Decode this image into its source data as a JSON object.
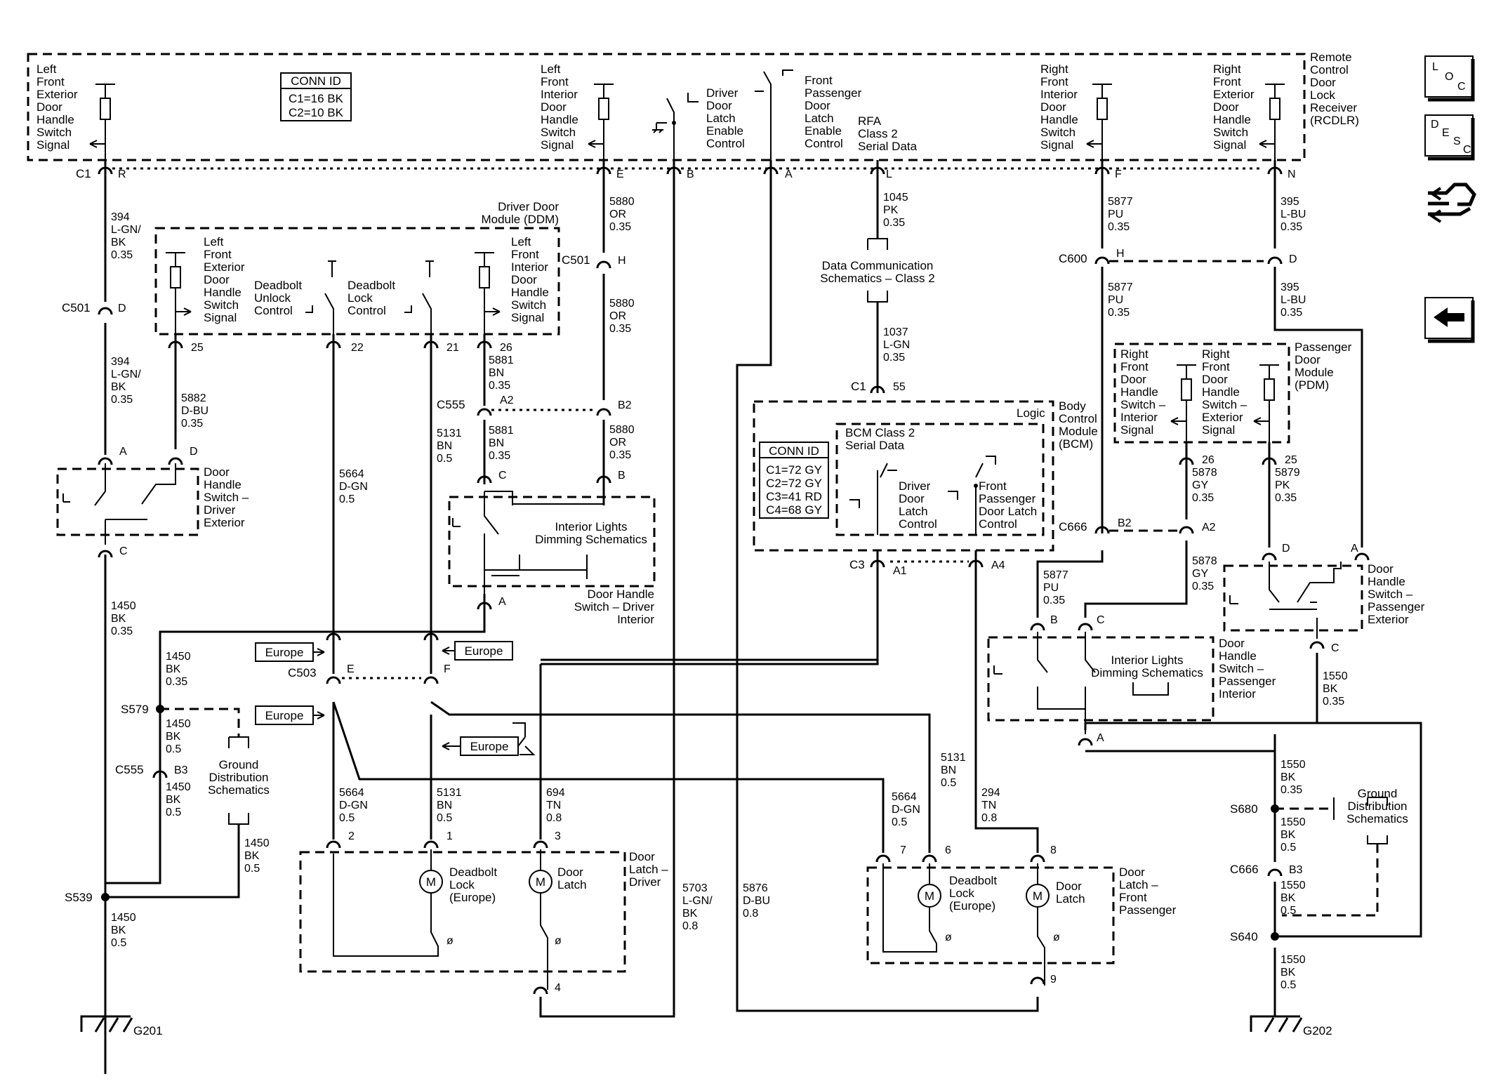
{
  "modules": {
    "rcdlr": "Remote Control Door Lock Receiver (RCDLR)",
    "ddm": "Driver Door Module (DDM)",
    "pdm": "Passenger Door Module (PDM)",
    "bcm": "Body Control Module (BCM)",
    "bcm_logic": "Logic"
  },
  "switches": {
    "lf_ext": "Left Front Exterior Door Handle Switch Signal",
    "lf_int": "Left Front Interior Door Handle Switch Signal",
    "driver_latch_enable": "Driver Door Latch Enable Control",
    "fp_latch_enable": "Front Passenger Door Latch Enable Control",
    "rfa": "RFA Class 2 Serial Data",
    "rf_int": "Right Front Interior Door Handle Switch Signal",
    "rf_ext": "Right Front Exterior Door Handle Switch Signal",
    "ddm_lf_ext": "Left Front Exterior Door Handle Switch Signal",
    "ddm_deadbolt_unlock": "Deadbolt Unlock Control",
    "ddm_deadbolt_lock": "Deadbolt Lock Control",
    "ddm_lf_int": "Left Front Interior Door Handle Switch Signal",
    "pdm_rf_int": "Right Front Door Handle Switch - Interior Signal",
    "pdm_rf_ext": "Right Front Door Handle Switch - Exterior Signal",
    "bcm_serial": "BCM Class 2 Serial Data",
    "bcm_driver_latch": "Driver Door Latch Control",
    "bcm_fp_latch": "Front Passenger Door Latch Control"
  },
  "conn_ids": {
    "rcdlr": {
      "title": "CONN ID",
      "lines": [
        "C1=16 BK",
        "C2=10 BK"
      ]
    },
    "bcm": {
      "title": "CONN ID",
      "lines": [
        "C1=72 GY",
        "C2=72 GY",
        "C3=41 RD",
        "C4=68 GY"
      ]
    }
  },
  "components": {
    "dh_driver_ext": "Door Handle Switch - Driver Exterior",
    "dh_driver_int": "Door Handle Switch - Driver Interior",
    "dh_pass_ext": "Door Handle Switch - Passenger Exterior",
    "dh_pass_int": "Door Handle Switch - Passenger Interior",
    "latch_driver": "Door Latch - Driver",
    "latch_pass": "Door Latch - Front Passenger",
    "deadbolt": "Deadbolt Lock (Europe)",
    "door_latch": "Door Latch",
    "motor": "M"
  },
  "refs": {
    "interior_lights": "Interior Lights Dimming Schematics",
    "data_comm": "Data Communication Schematics - Class 2",
    "ground_dist": "Ground Distribution Schematics",
    "europe": "Europe"
  },
  "connectors": {
    "c1": "C1",
    "c501": "C501",
    "c555": "C555",
    "c503": "C503",
    "c600": "C600",
    "c666": "C666",
    "c3": "C3",
    "s579": "S579",
    "s539": "S539",
    "s680": "S680",
    "s640": "S640",
    "g201": "G201",
    "g202": "G202"
  },
  "pins": {
    "r": "R",
    "d": "D",
    "a": "A",
    "c": "C",
    "e": "E",
    "b": "B",
    "l": "L",
    "f": "F",
    "n": "N",
    "h": "H",
    "a2": "A2",
    "b2": "B2",
    "b3": "B3",
    "a1": "A1",
    "a4": "A4",
    "p25": "25",
    "p22": "22",
    "p21": "21",
    "p26": "26",
    "p55": "55",
    "p2": "2",
    "p1": "1",
    "p3": "3",
    "p4": "4",
    "p7": "7",
    "p6": "6",
    "p8": "8",
    "p9": "9"
  },
  "wires": {
    "w394a": [
      "394",
      "L-GN/",
      "BK",
      "0.35"
    ],
    "w394b": [
      "394",
      "L-GN/",
      "BK",
      "0.35"
    ],
    "w5880a": [
      "5880",
      "OR",
      "0.35"
    ],
    "w5880b": [
      "5880",
      "OR",
      "0.35"
    ],
    "w5880c": [
      "5880",
      "OR",
      "0.35"
    ],
    "w1045": [
      "1045",
      "PK",
      "0.35"
    ],
    "w1037": [
      "1037",
      "L-GN",
      "0.35"
    ],
    "w5877a": [
      "5877",
      "PU",
      "0.35"
    ],
    "w5877b": [
      "5877",
      "PU",
      "0.35"
    ],
    "w5877c": [
      "5877",
      "PU",
      "0.35"
    ],
    "w395a": [
      "395",
      "L-BU",
      "0.35"
    ],
    "w395b": [
      "395",
      "L-BU",
      "0.35"
    ],
    "w5882": [
      "5882",
      "D-BU",
      "0.35"
    ],
    "w5881a": [
      "5881",
      "BN",
      "0.35"
    ],
    "w5881b": [
      "5881",
      "BN",
      "0.35"
    ],
    "w5131a": [
      "5131",
      "BN",
      "0.5"
    ],
    "w5131b": [
      "5131",
      "BN",
      "0.5"
    ],
    "w5131c": [
      "5131",
      "BN",
      "0.5"
    ],
    "w5664a": [
      "5664",
      "D-GN",
      "0.5"
    ],
    "w5664b": [
      "5664",
      "D-GN",
      "0.5"
    ],
    "w5664c": [
      "5664",
      "D-GN",
      "0.5"
    ],
    "w1450a": [
      "1450",
      "BK",
      "0.35"
    ],
    "w1450b": [
      "1450",
      "BK",
      "0.35"
    ],
    "w1450c": [
      "1450",
      "BK",
      "0.5"
    ],
    "w1450d": [
      "1450",
      "BK",
      "0.5"
    ],
    "w1450e": [
      "1450",
      "BK",
      "0.5"
    ],
    "w1450f": [
      "1450",
      "BK",
      "0.5"
    ],
    "w694": [
      "694",
      "TN",
      "0.8"
    ],
    "w294": [
      "294",
      "TN",
      "0.8"
    ],
    "w5703": [
      "5703",
      "L-GN/",
      "BK",
      "0.8"
    ],
    "w5876": [
      "5876",
      "D-BU",
      "0.8"
    ],
    "w5878a": [
      "5878",
      "GY",
      "0.35"
    ],
    "w5878b": [
      "5878",
      "GY",
      "0.35"
    ],
    "w5879": [
      "5879",
      "PK",
      "0.35"
    ],
    "w1550a": [
      "1550",
      "BK",
      "0.35"
    ],
    "w1550b": [
      "1550",
      "BK",
      "0.35"
    ],
    "w1550c": [
      "1550",
      "BK",
      "0.5"
    ],
    "w1550d": [
      "1550",
      "BK",
      "0.5"
    ],
    "w1550e": [
      "1550",
      "BK",
      "0.5"
    ]
  },
  "nav": {
    "loc": [
      "L",
      "O",
      "C"
    ],
    "desc": [
      "D",
      "E",
      "S",
      "C"
    ]
  }
}
